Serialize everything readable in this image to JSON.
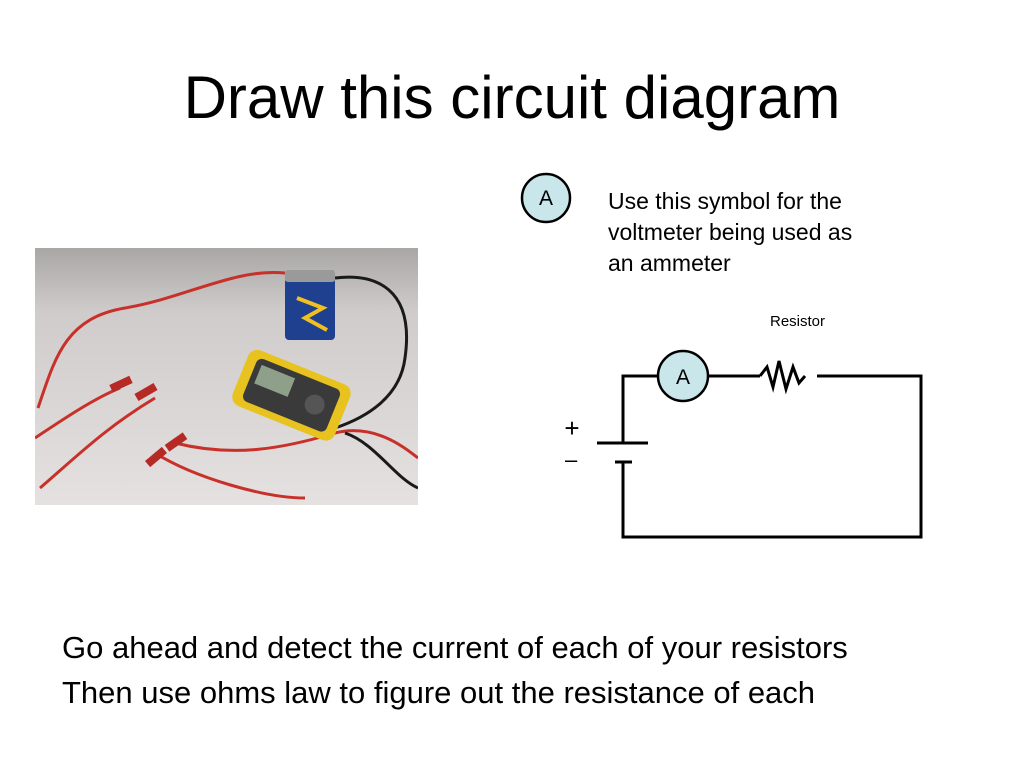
{
  "slide": {
    "title": "Draw this circuit diagram",
    "legend": {
      "symbol_letter": "A",
      "text": "Use this symbol for the voltmeter being used as an ammeter",
      "lines": [
        "Use this symbol for the",
        "voltmeter being used as",
        "an ammeter"
      ]
    },
    "circuit": {
      "resistor_label": "Resistor",
      "meter_letter": "A",
      "plus_sign": "+",
      "minus_sign": "–"
    },
    "instructions": [
      "Go ahead and detect the current of each of your resistors",
      "Then use ohms law to figure out the resistance of each"
    ]
  },
  "colors": {
    "meter_fill": "#c9e6ea",
    "wire": "#000000",
    "lead_red": "#c8302a",
    "lead_black": "#1a1a1a",
    "multimeter_yellow": "#e8c21e"
  }
}
